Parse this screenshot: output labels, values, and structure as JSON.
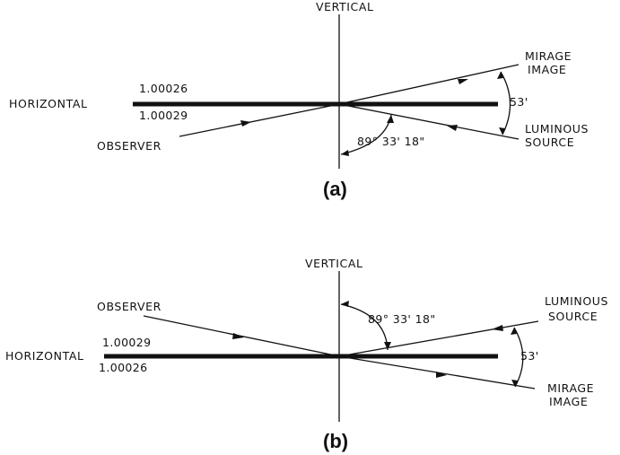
{
  "panel_a": {
    "vertical_label": "VERTICAL",
    "horizontal_label": "HORIZONTAL",
    "index_upper": "1.00026",
    "index_lower": "1.00029",
    "observer_label": "OBSERVER",
    "mirage_label_line1": "MIRAGE",
    "mirage_label_line2": "IMAGE",
    "source_label_line1": "LUMINOUS",
    "source_label_line2": "SOURCE",
    "deviation_angle": "53'",
    "incidence_angle": "89° 33' 18\"",
    "caption": "(a)"
  },
  "panel_b": {
    "vertical_label": "VERTICAL",
    "horizontal_label": "HORIZONTAL",
    "index_upper": "1.00029",
    "index_lower": "1.00026",
    "observer_label": "OBSERVER",
    "mirage_label_line1": "MIRAGE",
    "mirage_label_line2": "IMAGE",
    "source_label_line1": "LUMINOUS",
    "source_label_line2": "SOURCE",
    "deviation_angle": "53'",
    "incidence_angle": "89° 33' 18\"",
    "caption": "(b)"
  }
}
